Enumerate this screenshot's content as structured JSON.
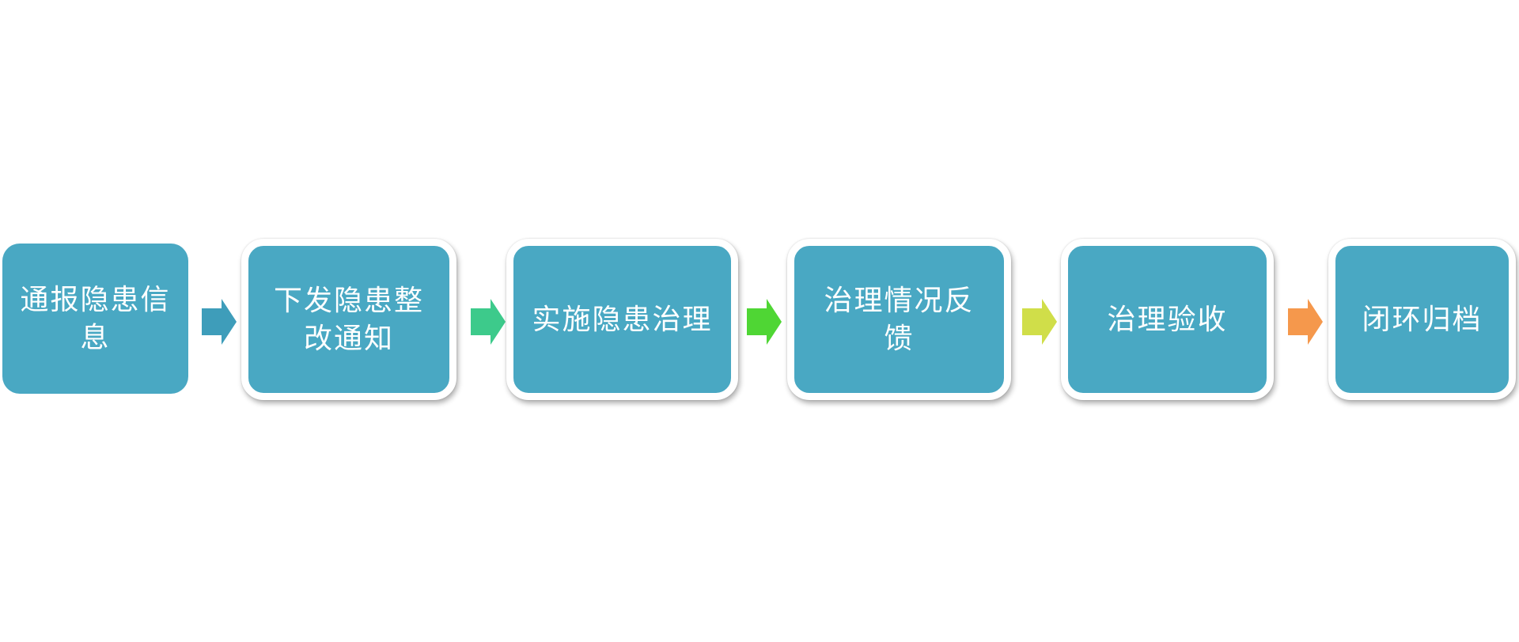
{
  "flowchart": {
    "box_fill": "#49A8C3",
    "frame_color": "#FFFFFF",
    "text_color": "#FFFFFF",
    "steps": [
      {
        "label": "通报隐患信\n息"
      },
      {
        "label": "下发隐患整\n改通知"
      },
      {
        "label": "实施隐患治理"
      },
      {
        "label": "治理情况反\n馈"
      },
      {
        "label": "治理验收"
      },
      {
        "label": "闭环归档"
      }
    ],
    "arrows": [
      {
        "direction": "right",
        "color": "#3E9DBA"
      },
      {
        "direction": "right",
        "color": "#3DCA8B"
      },
      {
        "direction": "right",
        "color": "#4FD634"
      },
      {
        "direction": "right",
        "color": "#D0DE49"
      },
      {
        "direction": "right",
        "color": "#F5984C"
      }
    ]
  }
}
